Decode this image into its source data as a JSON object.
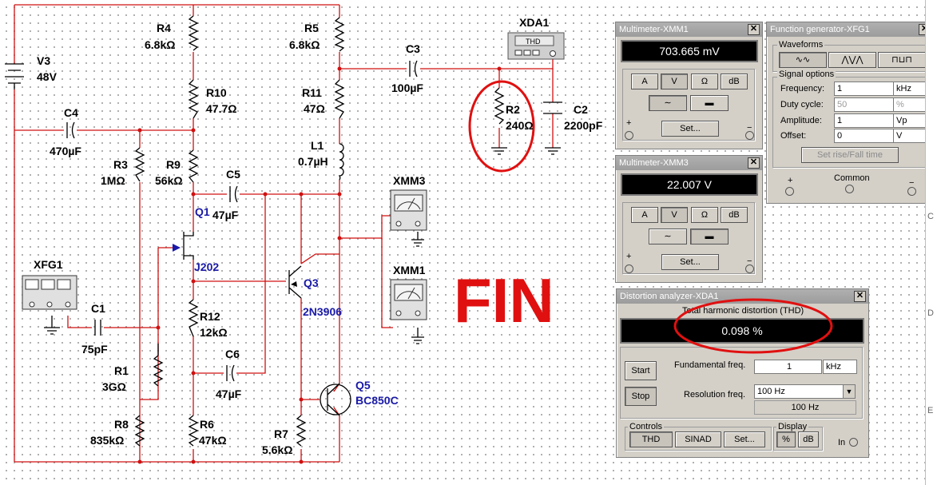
{
  "schematic": {
    "components": {
      "V3": {
        "ref": "V3",
        "value": "48V"
      },
      "R4": {
        "ref": "R4",
        "value": "6.8kΩ"
      },
      "R5": {
        "ref": "R5",
        "value": "6.8kΩ"
      },
      "R10": {
        "ref": "R10",
        "value": "47.7Ω"
      },
      "R11": {
        "ref": "R11",
        "value": "47Ω"
      },
      "C4": {
        "ref": "C4",
        "value": "470µF"
      },
      "R3": {
        "ref": "R3",
        "value": "1MΩ"
      },
      "R9": {
        "ref": "R9",
        "value": "56kΩ"
      },
      "L1": {
        "ref": "L1",
        "value": "0.7µH"
      },
      "C5": {
        "ref": "C5",
        "value": "47µF"
      },
      "Q1": {
        "ref": "Q1",
        "value": "J202"
      },
      "C3": {
        "ref": "C3",
        "value": "100µF"
      },
      "XDA1": {
        "ref": "XDA1",
        "value": "THD"
      },
      "R2": {
        "ref": "R2",
        "value": "240Ω"
      },
      "C2": {
        "ref": "C2",
        "value": "2200pF"
      },
      "XMM3": {
        "ref": "XMM3"
      },
      "XMM1": {
        "ref": "XMM1"
      },
      "XFG1": {
        "ref": "XFG1"
      },
      "C1": {
        "ref": "C1",
        "value": "75pF"
      },
      "R1": {
        "ref": "R1",
        "value": "3GΩ"
      },
      "R12": {
        "ref": "R12",
        "value": "12kΩ"
      },
      "Q3": {
        "ref": "Q3",
        "value": "2N3906"
      },
      "C6": {
        "ref": "C6",
        "value": "47µF"
      },
      "Q5": {
        "ref": "Q5",
        "value": "BC850C"
      },
      "R8": {
        "ref": "R8",
        "value": "835kΩ"
      },
      "R6": {
        "ref": "R6",
        "value": "47kΩ"
      },
      "R7": {
        "ref": "R7",
        "value": "5.6kΩ"
      }
    },
    "annotation_text": "FIN",
    "annotation_color": "#e01010",
    "wire_color": "#d01010"
  },
  "multimeter_xmm1": {
    "title": "Multimeter-XMM1",
    "reading": "703.665 mV",
    "buttons": {
      "a": "A",
      "v": "V",
      "ohm": "Ω",
      "db": "dB",
      "set": "Set..."
    },
    "terminals": {
      "plus": "+",
      "minus": "−"
    }
  },
  "multimeter_xmm3": {
    "title": "Multimeter-XMM3",
    "reading": "22.007 V",
    "buttons": {
      "a": "A",
      "v": "V",
      "ohm": "Ω",
      "db": "dB",
      "set": "Set..."
    },
    "terminals": {
      "plus": "+",
      "minus": "−"
    }
  },
  "function_generator": {
    "title": "Function generator-XFG1",
    "waveforms_label": "Waveforms",
    "signal_options_label": "Signal options",
    "frequency": {
      "label": "Frequency:",
      "value": "1",
      "unit": "kHz"
    },
    "duty_cycle": {
      "label": "Duty cycle:",
      "value": "50",
      "unit": "%"
    },
    "amplitude": {
      "label": "Amplitude:",
      "value": "1",
      "unit": "Vp"
    },
    "offset": {
      "label": "Offset:",
      "value": "0",
      "unit": "V"
    },
    "rise_fall_button": "Set rise/Fall time",
    "common_label": "Common",
    "terminals": {
      "plus": "+",
      "minus": "−"
    }
  },
  "distortion_analyzer": {
    "title": "Distortion analyzer-XDA1",
    "thd_label": "Total harmonic distortion (THD)",
    "reading": "0.098 %",
    "start_button": "Start",
    "stop_button": "Stop",
    "fundamental_label": "Fundamental freq.",
    "fundamental_value": "1",
    "fundamental_unit": "kHz",
    "resolution_label": "Resolution freq.",
    "resolution_value": "100 Hz",
    "resolution_display": "100 Hz",
    "controls_label": "Controls",
    "thd_button": "THD",
    "sinad_button": "SINAD",
    "set_button": "Set...",
    "display_label": "Display",
    "percent_button": "%",
    "db_button": "dB",
    "in_label": "In",
    "highlight_color": "#e01010"
  },
  "right_edge_markers": [
    "C",
    "D",
    "E"
  ]
}
